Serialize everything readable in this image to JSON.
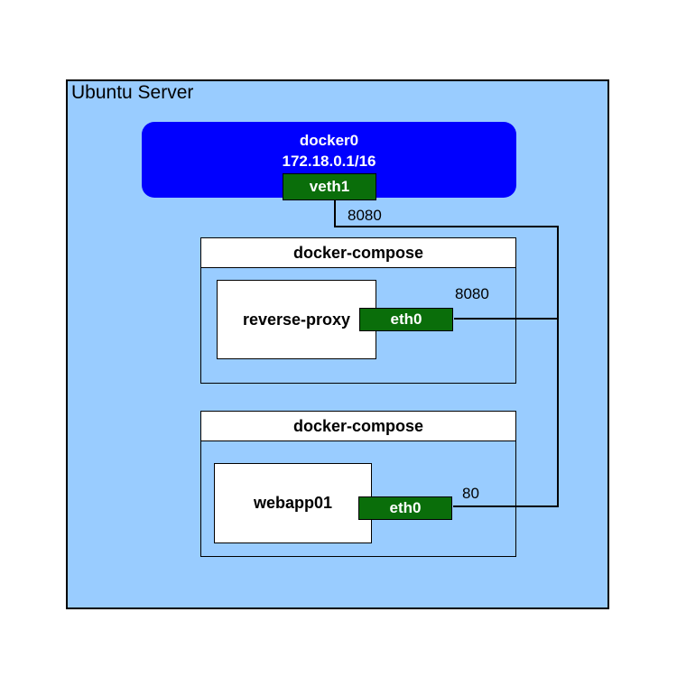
{
  "colors": {
    "page_bg": "#ffffff",
    "host_fill": "#99ccff",
    "bridge_fill": "#0000ff",
    "iface_fill": "#0a6e0a",
    "box_fill": "#ffffff",
    "stroke": "#000000",
    "text_dark": "#000000",
    "text_light": "#ffffff"
  },
  "host": {
    "label": "Ubuntu Server"
  },
  "bridge": {
    "name": "docker0",
    "subnet": "172.18.0.1/16",
    "iface": "veth1"
  },
  "ports": {
    "host": "8080",
    "proxy": "8080",
    "web": "80"
  },
  "compose_stacks": [
    {
      "title": "docker-compose",
      "container": "reverse-proxy",
      "iface": "eth0"
    },
    {
      "title": "docker-compose",
      "container": "webapp01",
      "iface": "eth0"
    }
  ]
}
